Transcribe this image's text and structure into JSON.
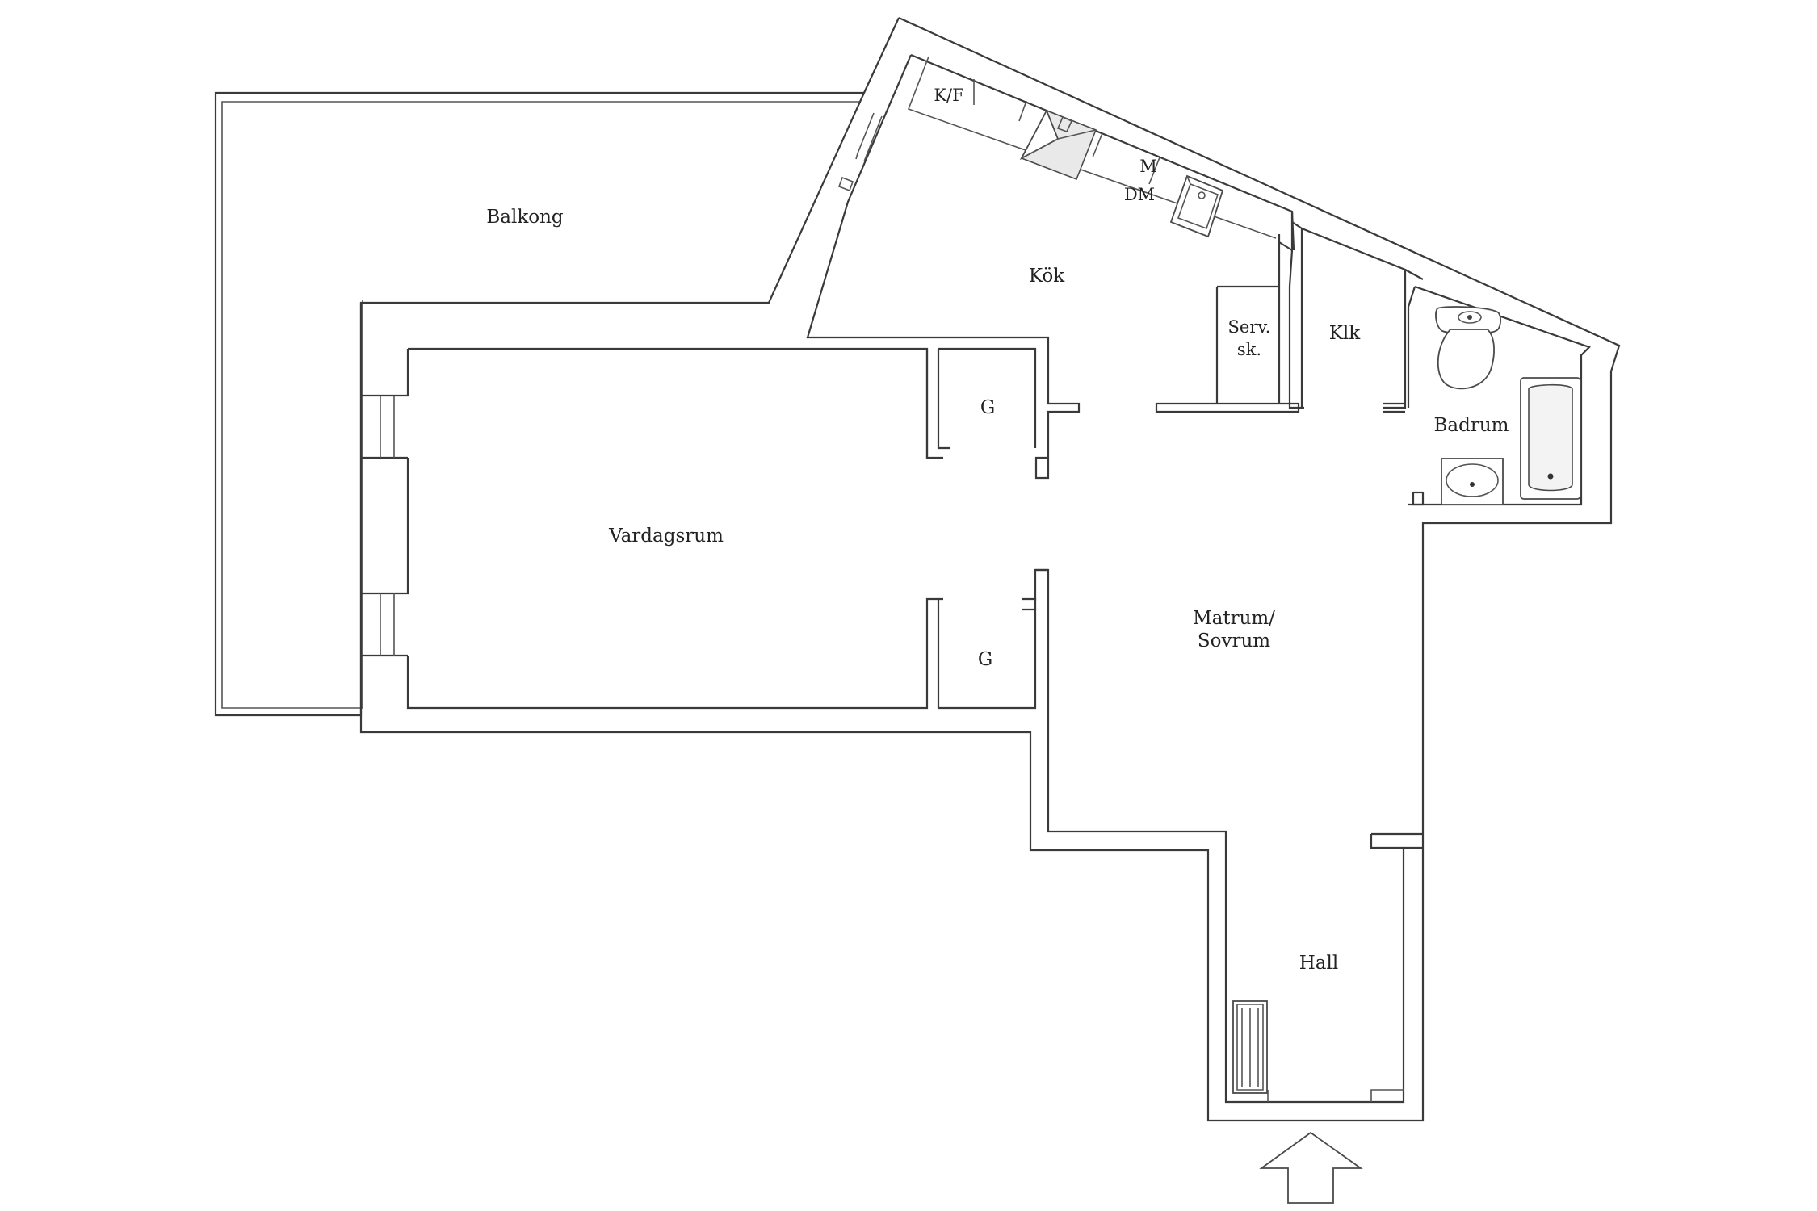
{
  "rooms": {
    "balkong": "Balkong",
    "kok": "Kök",
    "kf": "K/F",
    "m": "M",
    "dm": "DM",
    "serv_line1": "Serv.",
    "serv_line2": "sk.",
    "klk": "Klk",
    "badrum": "Badrum",
    "g_top": "G",
    "g_bottom": "G",
    "vardagsrum": "Vardagsrum",
    "matrum_line1": "Matrum/",
    "matrum_line2": "Sovrum",
    "hall": "Hall"
  },
  "icons": {
    "entrance": "entrance-arrow-icon",
    "stove": "stove-icon",
    "sink": "kitchen-sink-icon",
    "toilet": "toilet-icon",
    "bathtub": "bathtub-icon",
    "washbasin": "washbasin-icon",
    "radiator": "radiator-icon"
  }
}
